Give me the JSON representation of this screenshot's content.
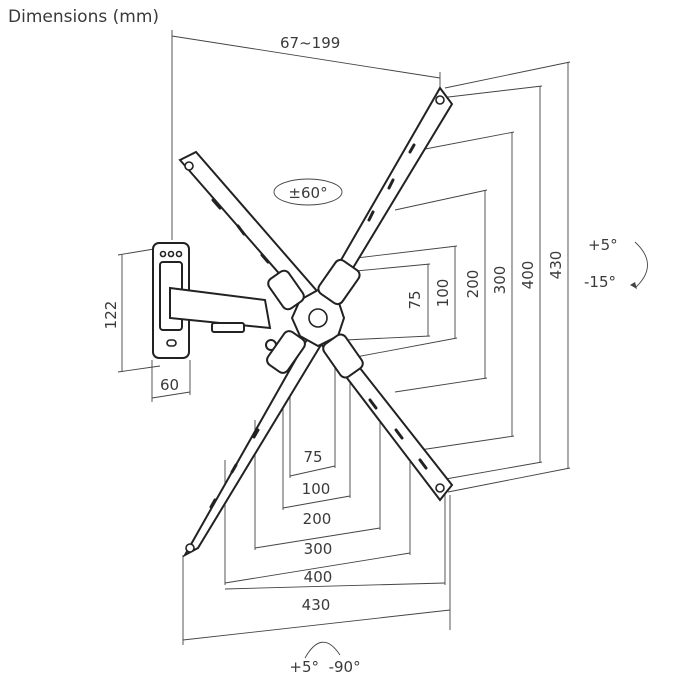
{
  "title": "Dimensions (mm)",
  "arm_extension": "67~199",
  "swivel": "±60°",
  "tilt": {
    "up": "+5°",
    "down": "-15°"
  },
  "rotation": "+5°  -90°",
  "wall_plate": {
    "height": "122",
    "width": "60"
  },
  "vesa_vertical": [
    "75",
    "100",
    "200",
    "300",
    "400",
    "430"
  ],
  "vesa_horizontal": [
    "75",
    "100",
    "200",
    "300",
    "400",
    "430"
  ]
}
